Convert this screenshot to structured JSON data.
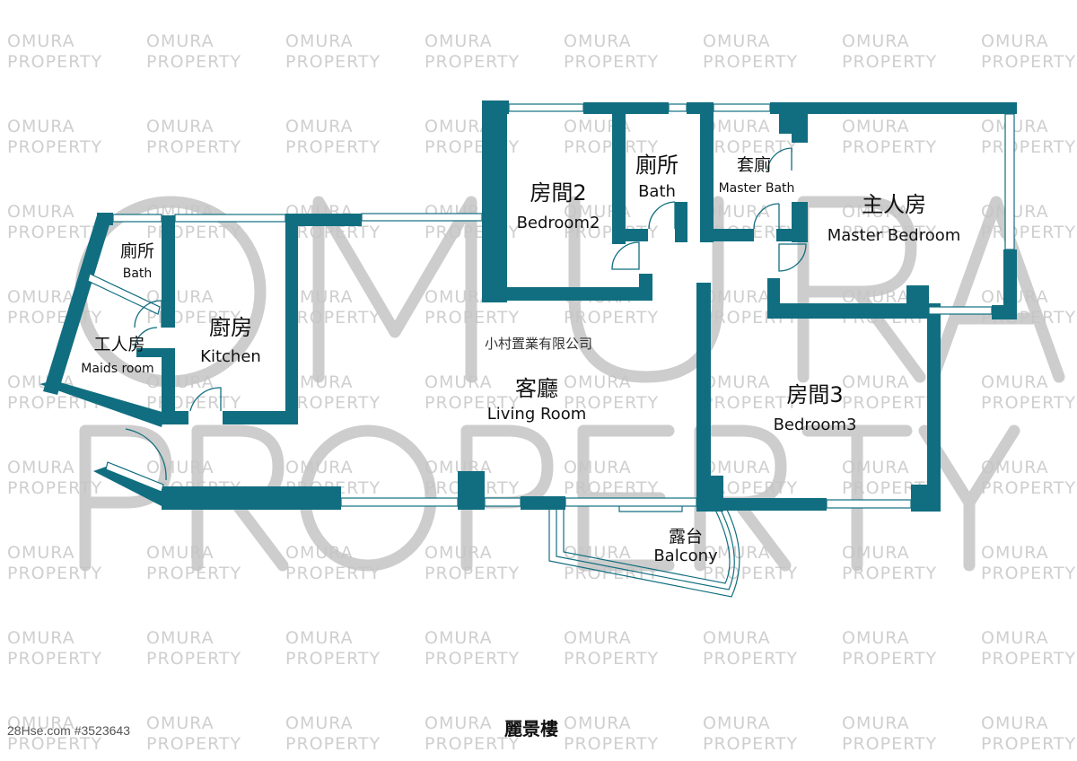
{
  "watermark": {
    "line1": "OMURA",
    "line2": "PROPERTY",
    "big_line1": "OMURA",
    "big_line2": "PROPERTY"
  },
  "company_label": "小村置業有限公司",
  "rooms": {
    "bedroom2": {
      "cn": "房間2",
      "en": "Bedroom2"
    },
    "bath_top": {
      "cn": "廁所",
      "en": "Bath"
    },
    "master_bath": {
      "cn": "套廁",
      "en": "Master Bath"
    },
    "master_bedroom": {
      "cn": "主人房",
      "en": "Master Bedroom"
    },
    "bath_left": {
      "cn": "廁所",
      "en": "Bath"
    },
    "kitchen": {
      "cn": "廚房",
      "en": "Kitchen"
    },
    "maids_room": {
      "cn": "工人房",
      "en": "Maids room"
    },
    "living_room": {
      "cn": "客廳",
      "en": "Living Room"
    },
    "bedroom3": {
      "cn": "房間3",
      "en": "Bedroom3"
    },
    "balcony": {
      "cn": "露台",
      "en": "Balcony"
    }
  },
  "listing_ref": "28Hse.com #3523643",
  "building_name": "麗景樓",
  "colors": {
    "wall": "#116e80",
    "watermark": "#c4c4c4"
  }
}
